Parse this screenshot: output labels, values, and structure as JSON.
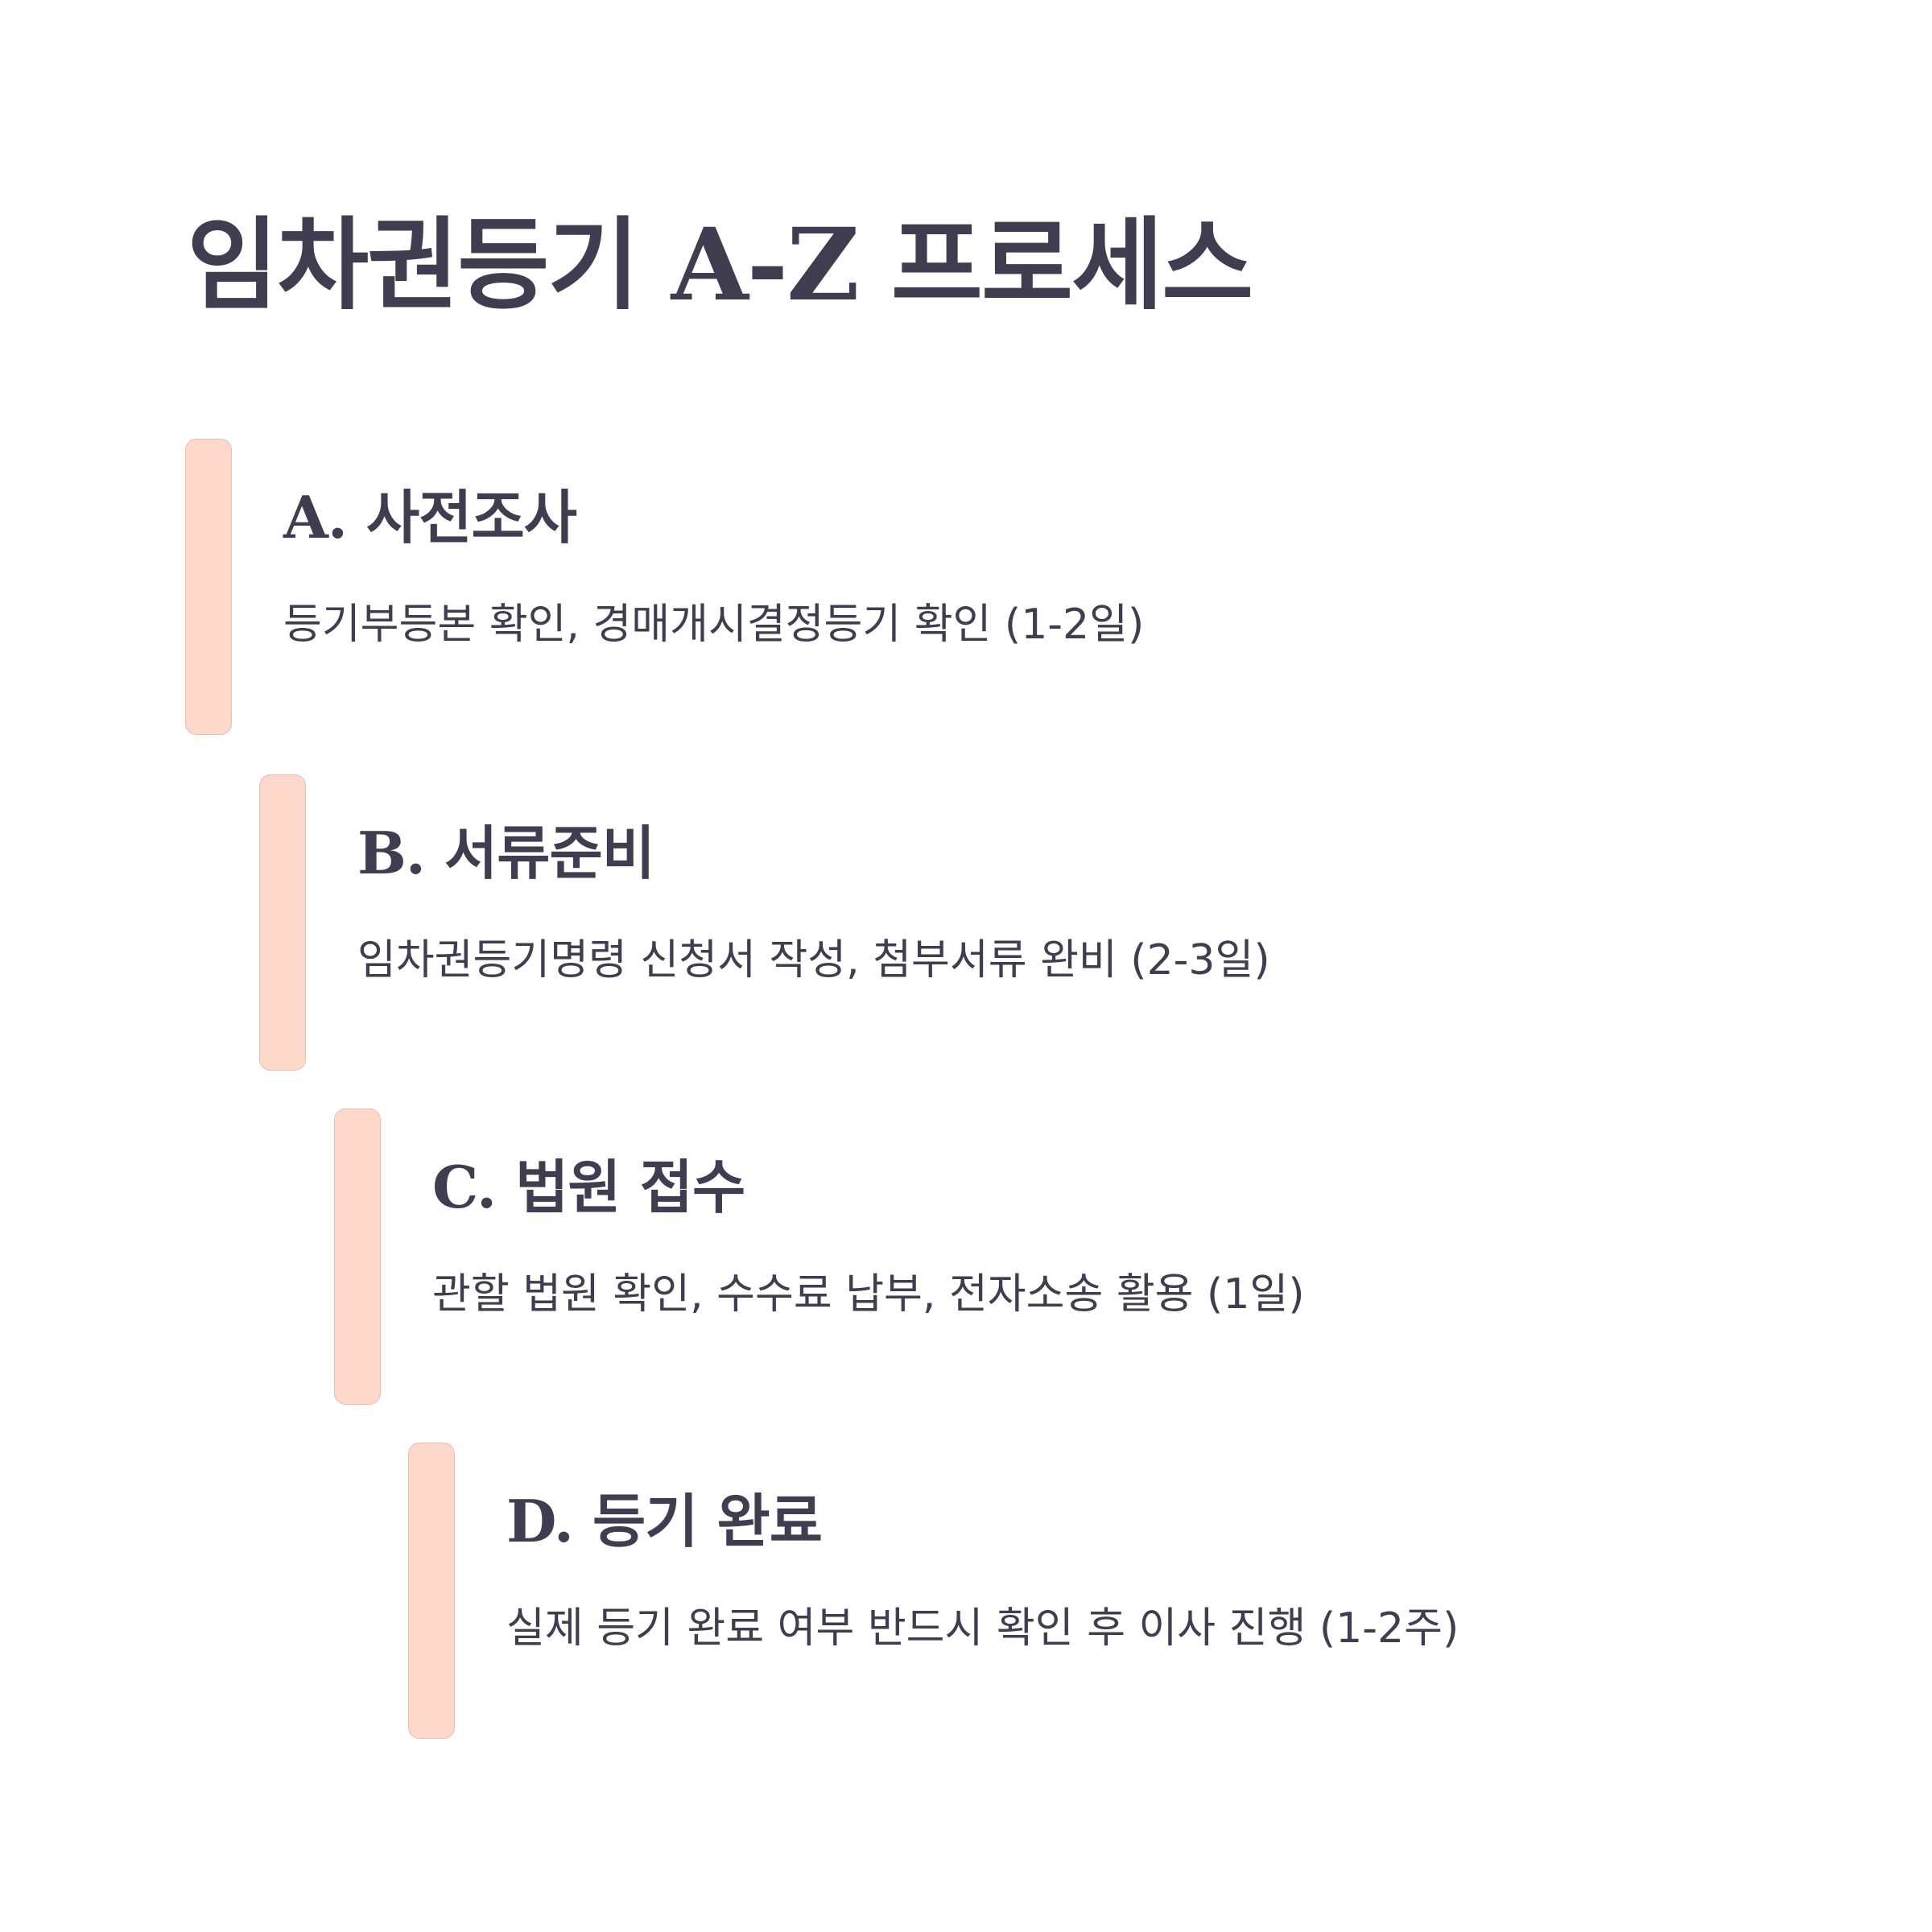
{
  "title": "임차권등기 A-Z 프로세스",
  "steps": [
    {
      "title": "A. 사전조사",
      "description": "등기부등본 확인, 경매개시결정등기 확인 (1-2일)"
    },
    {
      "title": "B. 서류준비",
      "description": "임차권등기명령 신청서 작성, 첨부서류 완비 (2-3일)"
    },
    {
      "title": "C. 법원 접수",
      "description": "관할 법원 확인, 수수료 납부, 전자소송 활용 (1일)"
    },
    {
      "title": "D. 등기 완료",
      "description": "실제 등기 완료 여부 반드시 확인 후 이사 진행 (1-2주)"
    }
  ],
  "colors": {
    "text": "#3f3d4f",
    "bar_fill": "#fdd8cb",
    "bar_border": "#ecbcae",
    "background": "#ffffff"
  }
}
